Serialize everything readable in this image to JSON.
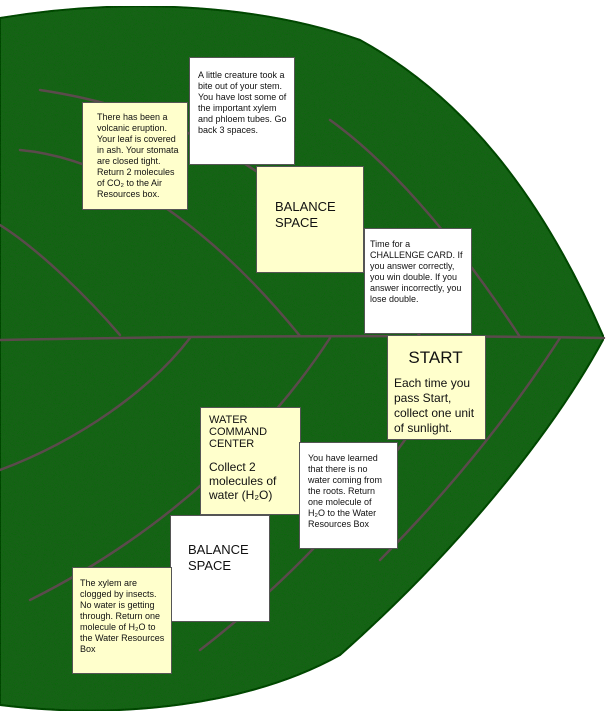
{
  "colors": {
    "leaf": "#1d5a1d",
    "vein": "#5a4a4a",
    "cream": "#ffffcc",
    "white": "#ffffff"
  },
  "spaces": {
    "creature": "A little creature took a bite out of your stem. You have lost some of the important xylem and phloem tubes. Go back 3 spaces.",
    "volcano": "There has been a volcanic eruption. Your leaf is covered in ash. Your stomata are closed tight. Return 2 molecules of CO₂ to the Air Resources box.",
    "balance_top": "BALANCE SPACE",
    "challenge": "Time for a CHALLENGE CARD. If you answer correctly, you win double. If you answer incorrectly, you lose double.",
    "start_title": "START",
    "start_body": "Each time you pass Start, collect one unit of sunlight.",
    "wcc_title": "WATER COMMAND CENTER",
    "wcc_body": "Collect 2 molecules of water (H₂O)",
    "learned": "You have learned that there is no water coming from the roots. Return one molecule of H₂O to the Water Resources Box",
    "balance_bottom": "BALANCE SPACE",
    "xylem": "The xylem are clogged by insects. No water is getting through. Return one molecule of H₂O to the Water Resources Box"
  }
}
